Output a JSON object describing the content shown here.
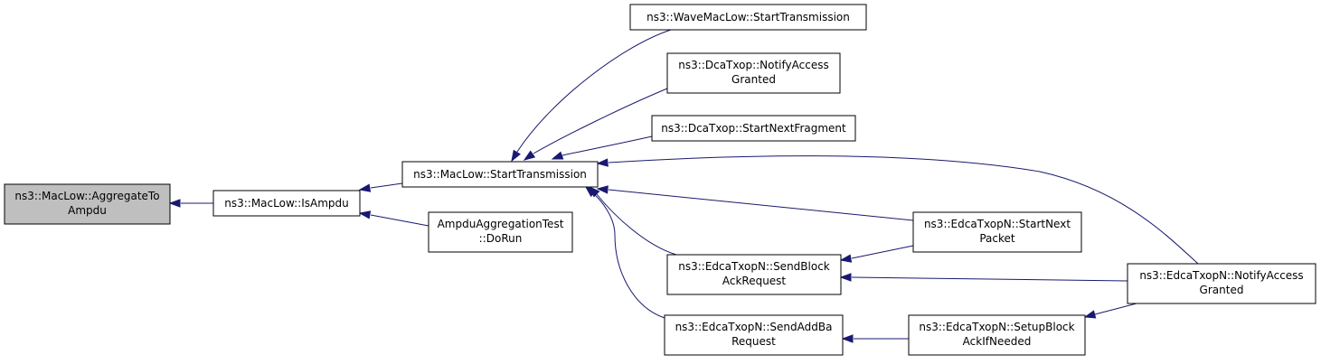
{
  "colors": {
    "edge": "#191970",
    "node_fill": "#ffffff",
    "node_border": "#000000",
    "highlight_fill": "#bfbfbf"
  },
  "nodes": {
    "aggregate": {
      "lines": [
        "ns3::MacLow::AggregateTo",
        "Ampdu"
      ],
      "highlighted": true
    },
    "is_ampdu": {
      "lines": [
        "ns3::MacLow::IsAmpdu"
      ]
    },
    "start_transmission": {
      "lines": [
        "ns3::MacLow::StartTransmission"
      ]
    },
    "ampdu_test": {
      "lines": [
        "AmpduAggregationTest",
        "::DoRun"
      ]
    },
    "wave_start": {
      "lines": [
        "ns3::WaveMacLow::StartTransmission"
      ]
    },
    "dca_notify": {
      "lines": [
        "ns3::DcaTxop::NotifyAccess",
        "Granted"
      ]
    },
    "dca_next_frag": {
      "lines": [
        "ns3::DcaTxop::StartNextFragment"
      ]
    },
    "send_block_ack": {
      "lines": [
        "ns3::EdcaTxopN::SendBlock",
        "AckRequest"
      ]
    },
    "send_add_ba": {
      "lines": [
        "ns3::EdcaTxopN::SendAddBa",
        "Request"
      ]
    },
    "start_next_packet": {
      "lines": [
        "ns3::EdcaTxopN::StartNext",
        "Packet"
      ]
    },
    "setup_block_ack": {
      "lines": [
        "ns3::EdcaTxopN::SetupBlock",
        "AckIfNeeded"
      ]
    },
    "edca_notify": {
      "lines": [
        "ns3::EdcaTxopN::NotifyAccess",
        "Granted"
      ]
    }
  },
  "edges": [
    {
      "from": "is_ampdu",
      "to": "aggregate"
    },
    {
      "from": "start_transmission",
      "to": "is_ampdu"
    },
    {
      "from": "ampdu_test",
      "to": "is_ampdu"
    },
    {
      "from": "wave_start",
      "to": "start_transmission"
    },
    {
      "from": "dca_notify",
      "to": "start_transmission"
    },
    {
      "from": "dca_next_frag",
      "to": "start_transmission"
    },
    {
      "from": "edca_notify",
      "to": "start_transmission"
    },
    {
      "from": "start_next_packet",
      "to": "start_transmission"
    },
    {
      "from": "send_block_ack",
      "to": "start_transmission"
    },
    {
      "from": "send_add_ba",
      "to": "start_transmission"
    },
    {
      "from": "start_next_packet",
      "to": "send_block_ack"
    },
    {
      "from": "edca_notify",
      "to": "send_block_ack"
    },
    {
      "from": "setup_block_ack",
      "to": "send_add_ba"
    },
    {
      "from": "edca_notify",
      "to": "setup_block_ack"
    }
  ]
}
